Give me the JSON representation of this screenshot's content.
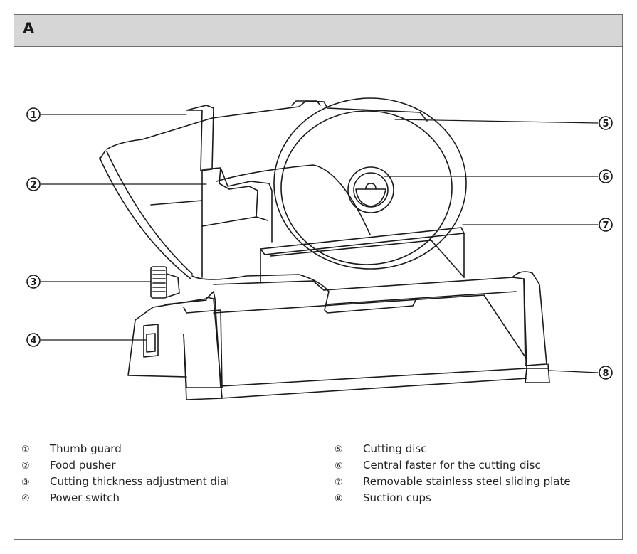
{
  "header": {
    "title": "A"
  },
  "callouts": [
    "1",
    "2",
    "3",
    "4",
    "5",
    "6",
    "7",
    "8"
  ],
  "legend": {
    "left": [
      {
        "marker": "①",
        "label": "Thumb guard"
      },
      {
        "marker": "②",
        "label": "Food pusher"
      },
      {
        "marker": "③",
        "label": "Cutting thickness adjustment dial"
      },
      {
        "marker": "④",
        "label": "Power switch"
      }
    ],
    "right": [
      {
        "marker": "⑤",
        "label": "Cutting disc"
      },
      {
        "marker": "⑥",
        "label": "Central faster for the cutting disc"
      },
      {
        "marker": "⑦",
        "label": "Removable stainless steel sliding plate"
      },
      {
        "marker": "⑧",
        "label": "Suction cups"
      }
    ]
  }
}
